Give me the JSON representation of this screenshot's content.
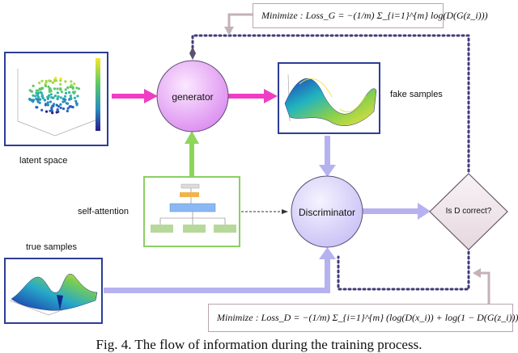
{
  "caption": "Fig. 4. The flow of information during the training process.",
  "nodes": {
    "generator": "generator",
    "discriminator": "Discriminator",
    "decision": "Is D  correct?"
  },
  "labels": {
    "latent_space": "latent space",
    "fake_samples": "fake samples",
    "self_attention": "self-attention",
    "true_samples": "true samples"
  },
  "formulas": {
    "generator_loss": "Minimize :   Loss_G = −(1/m) Σ_{i=1}^{m} log(D(G(z_i)))",
    "discriminator_loss": "Minimize :   Loss_D = −(1/m) Σ_{i=1}^{m} (log(D(x_i)) + log(1 − D(G(z_i))))"
  },
  "colors": {
    "generator_fill": "#e9b6f2",
    "discriminator_fill": "#dcd5fb",
    "magenta_arrow": "#ee3fc4",
    "lavender_arrow": "#b6b2f0",
    "green_arrow": "#8ed65a",
    "dotted_line": "#3f3b7a",
    "feedback_arrow": "#c4b2b6",
    "panel_border": "#2d3d96",
    "attention_border": "#8ccf63"
  }
}
